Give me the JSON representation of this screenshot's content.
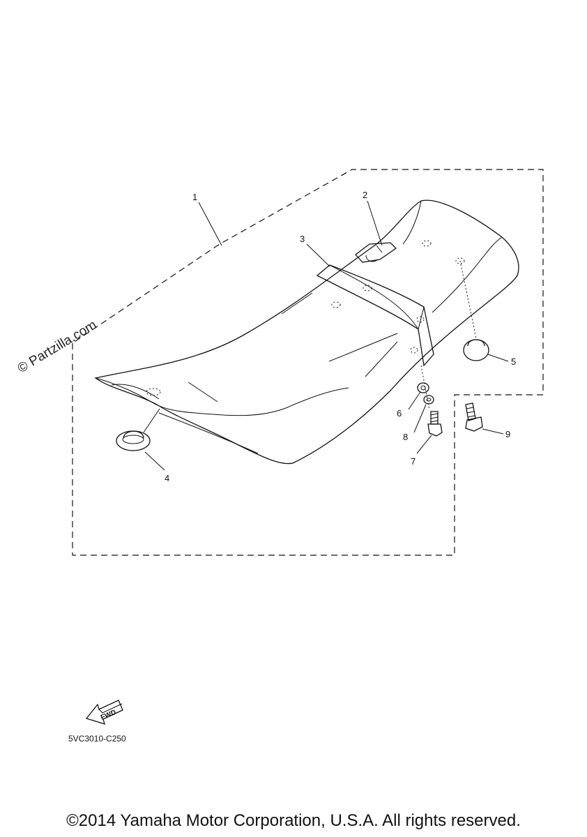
{
  "watermark": "© Partzilla.com",
  "callouts": [
    {
      "id": "1",
      "label": "1"
    },
    {
      "id": "2",
      "label": "2"
    },
    {
      "id": "3",
      "label": "3"
    },
    {
      "id": "4",
      "label": "4"
    },
    {
      "id": "5",
      "label": "5"
    },
    {
      "id": "6",
      "label": "6"
    },
    {
      "id": "7",
      "label": "7"
    },
    {
      "id": "8",
      "label": "8"
    },
    {
      "id": "9",
      "label": "9"
    }
  ],
  "fwd_label": "FWD",
  "diagram_code": "5VC3010-C250",
  "copyright": "©2014 Yamaha Motor Corporation, U.S.A. All rights reserved."
}
